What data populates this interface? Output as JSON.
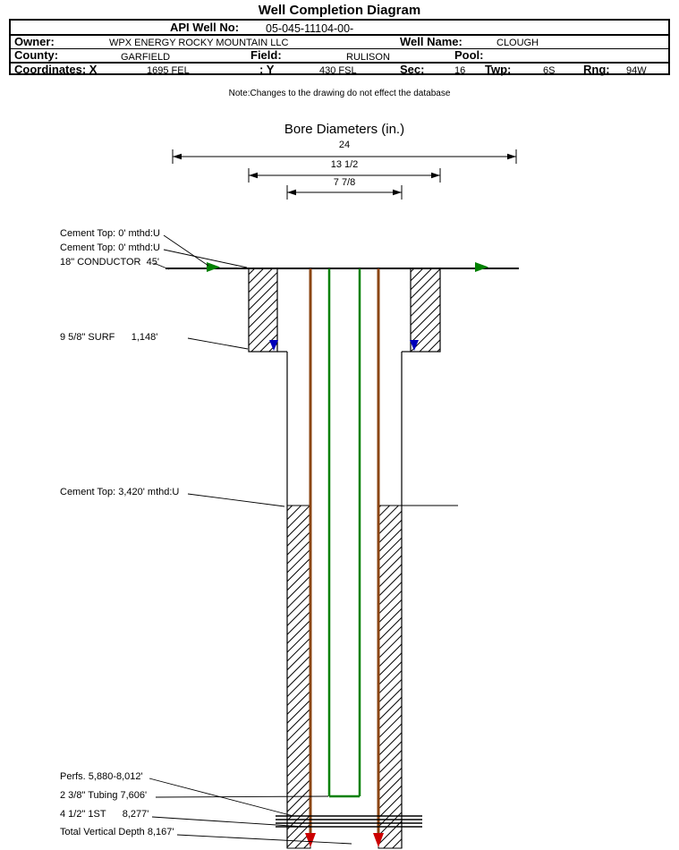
{
  "header": {
    "title": "Well Completion Diagram",
    "note": "Note:Changes to the drawing do not effect the database",
    "fields": {
      "api_label": "API Well No:",
      "api_value": "05-045-11104-00-",
      "owner_label": "Owner:",
      "owner_value": "WPX ENERGY ROCKY MOUNTAIN LLC",
      "well_name_label": "Well Name:",
      "well_name_value": "CLOUGH",
      "county_label": "County:",
      "county_value": "GARFIELD",
      "field_label": "Field:",
      "field_value": "RULISON",
      "pool_label": "Pool:",
      "coordinates_label": "Coordinates: X",
      "coord_x_value": "1695 FEL",
      "coord_y_label": "; Y",
      "coord_y_value": "430 FSL",
      "sec_label": "Sec:",
      "sec_value": "16",
      "twp_label": "Twp:",
      "twp_value": "6S",
      "rng_label": "Rng:",
      "rng_value": "94W"
    }
  },
  "diagram": {
    "title": "Bore Diameters (in.)",
    "dim_24": "24",
    "dim_13_5": "13 1/2",
    "dim_7_78": "7 7/8",
    "annotations": {
      "cement_top_surface_1": "Cement Top: 0' mthd:U",
      "cement_top_surface_2": "Cement Top: 0' mthd:U",
      "conductor": "18\" CONDUCTOR  45'",
      "surface_casing": "9 5/8\" SURF      1,148'",
      "cement_top_3420": "Cement Top: 3,420' mthd:U",
      "perfs": "Perfs. 5,880-8,012'",
      "tubing": "2 3/8\" Tubing 7,606'",
      "production_casing": "4 1/2\" 1ST      8,277'",
      "tvd": "Total Vertical Depth 8,167'"
    },
    "colors": {
      "tubing_green": "#008000",
      "casing_brown": "#8B4513",
      "surface_shoe_blue": "#0000BB",
      "production_shoe_red": "#CC0000",
      "cement_marker_green": "#008000"
    }
  }
}
